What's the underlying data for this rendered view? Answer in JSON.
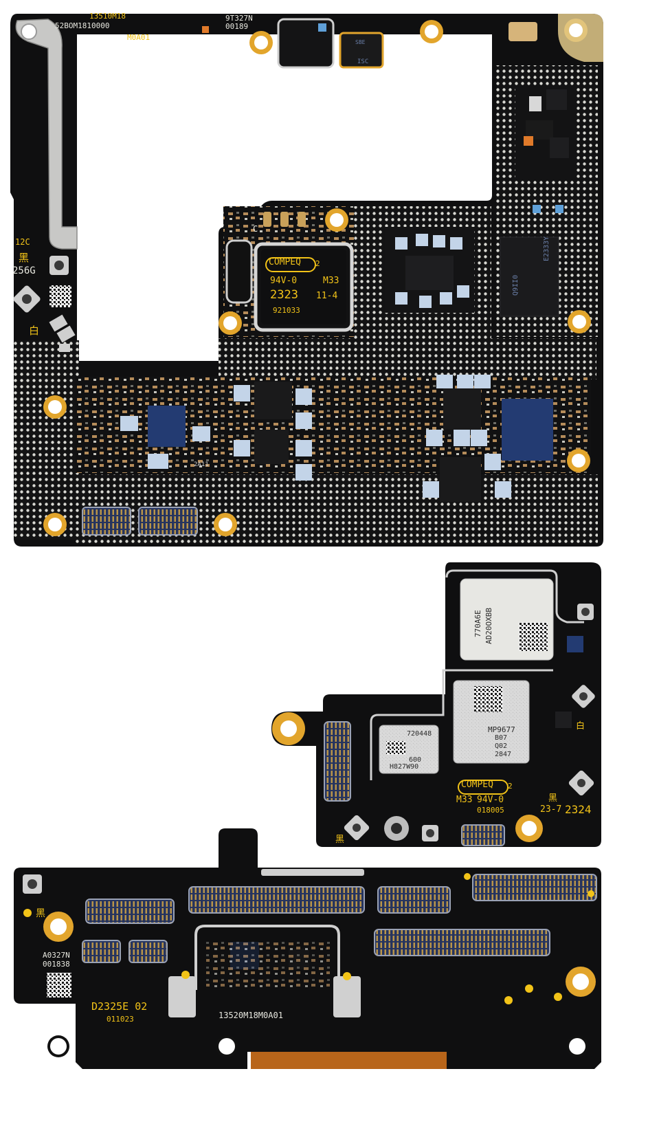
{
  "image_title": "",
  "colors": {
    "background": "#ffffff",
    "pcb": "#0f0f10",
    "pcb_edge": "#1b1b1d",
    "dot": "#d8d8d2",
    "gold": "#e2a52c",
    "silk_yellow": "#f2c318",
    "silk_white": "#e8e8e0",
    "shield": "#c9c9c9",
    "connector": "#2a3a68",
    "passive": "#b58c5a",
    "chip_blue": "#233b72"
  },
  "boards": {
    "main": {
      "labels": {
        "part_top": "13510M18",
        "serial_top": "52BOM1810000",
        "rev_top": "M0A01",
        "code_top_right": "9T327N",
        "code_top_right_2": "00189",
        "side_12c": "12C",
        "side_black": "黑",
        "side_storage": "256G",
        "side_white": "白",
        "marker_c": "C"
      },
      "compeq": {
        "brand": "COMPEQ",
        "superscript": "2",
        "rating": "94V-0",
        "line_code": "M33",
        "date": "2323",
        "week": "11-4",
        "lot": "921033"
      },
      "chips": {
        "processor_right": "E2333Y",
        "processor_right_2": "Q9II0",
        "memory_right": "ISC",
        "memory_top": "SBE",
        "module_bottom": "2A11"
      }
    },
    "sub_right": {
      "labels": {
        "chip_module_1": "770A6E",
        "chip_module_1b": "AD20OXBB",
        "chip_module_2": "MP9677",
        "chip_module_2b": "B07",
        "chip_module_2c": "Q02",
        "chip_module_2d": "2847",
        "chip_module_3": "720448",
        "chip_module_3b": "600",
        "chip_module_3c": "H827W90",
        "side_white": "白",
        "side_black": "黑",
        "side_black_2": "黑",
        "date_code": "23-7",
        "year_code": "2324"
      },
      "compeq": {
        "brand": "COMPEQ",
        "superscript": "2",
        "line_code": "M33",
        "rating": "94V-0",
        "lot": "018005"
      }
    },
    "bottom": {
      "labels": {
        "side_black": "黑",
        "code_left": "A0327N",
        "code_left_2": "001838",
        "date_code": "D2325E 02",
        "lot": "011023",
        "part": "13520M18M0A01"
      }
    }
  }
}
